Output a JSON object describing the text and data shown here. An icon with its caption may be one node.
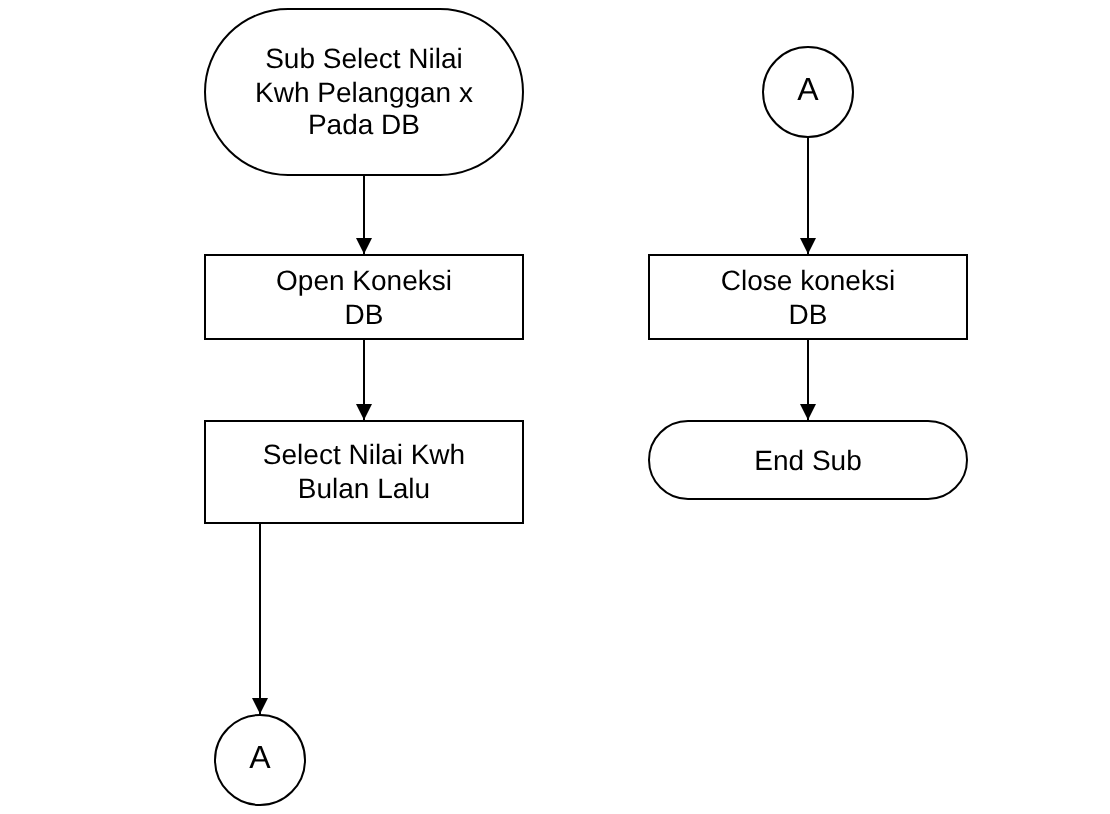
{
  "diagram": {
    "nodes": [
      {
        "text": [
          "Sub Select Nilai Kwh Pelanggan x Pada DB"
        ]
      },
      {
        "text": [
          "Open Koneksi DB"
        ]
      },
      {
        "text": [
          "Select Nilai Kwh Bulan Lalu"
        ]
      },
      {
        "text": [
          "A"
        ]
      },
      {
        "text": [
          "A"
        ]
      },
      {
        "text": [
          "Close koneksi DB"
        ]
      },
      {
        "text": [
          "End Sub"
        ]
      }
    ],
    "edges": [
      {
        "from": 0,
        "to": 1,
        "arrow": "to"
      },
      {
        "from": 1,
        "to": 2,
        "arrow": "to"
      },
      {
        "from": 2,
        "to": 3,
        "arrow": "to"
      },
      {
        "from": 4,
        "to": 5,
        "arrow": "to"
      },
      {
        "from": 5,
        "to": 6,
        "arrow": "to"
      }
    ]
  }
}
